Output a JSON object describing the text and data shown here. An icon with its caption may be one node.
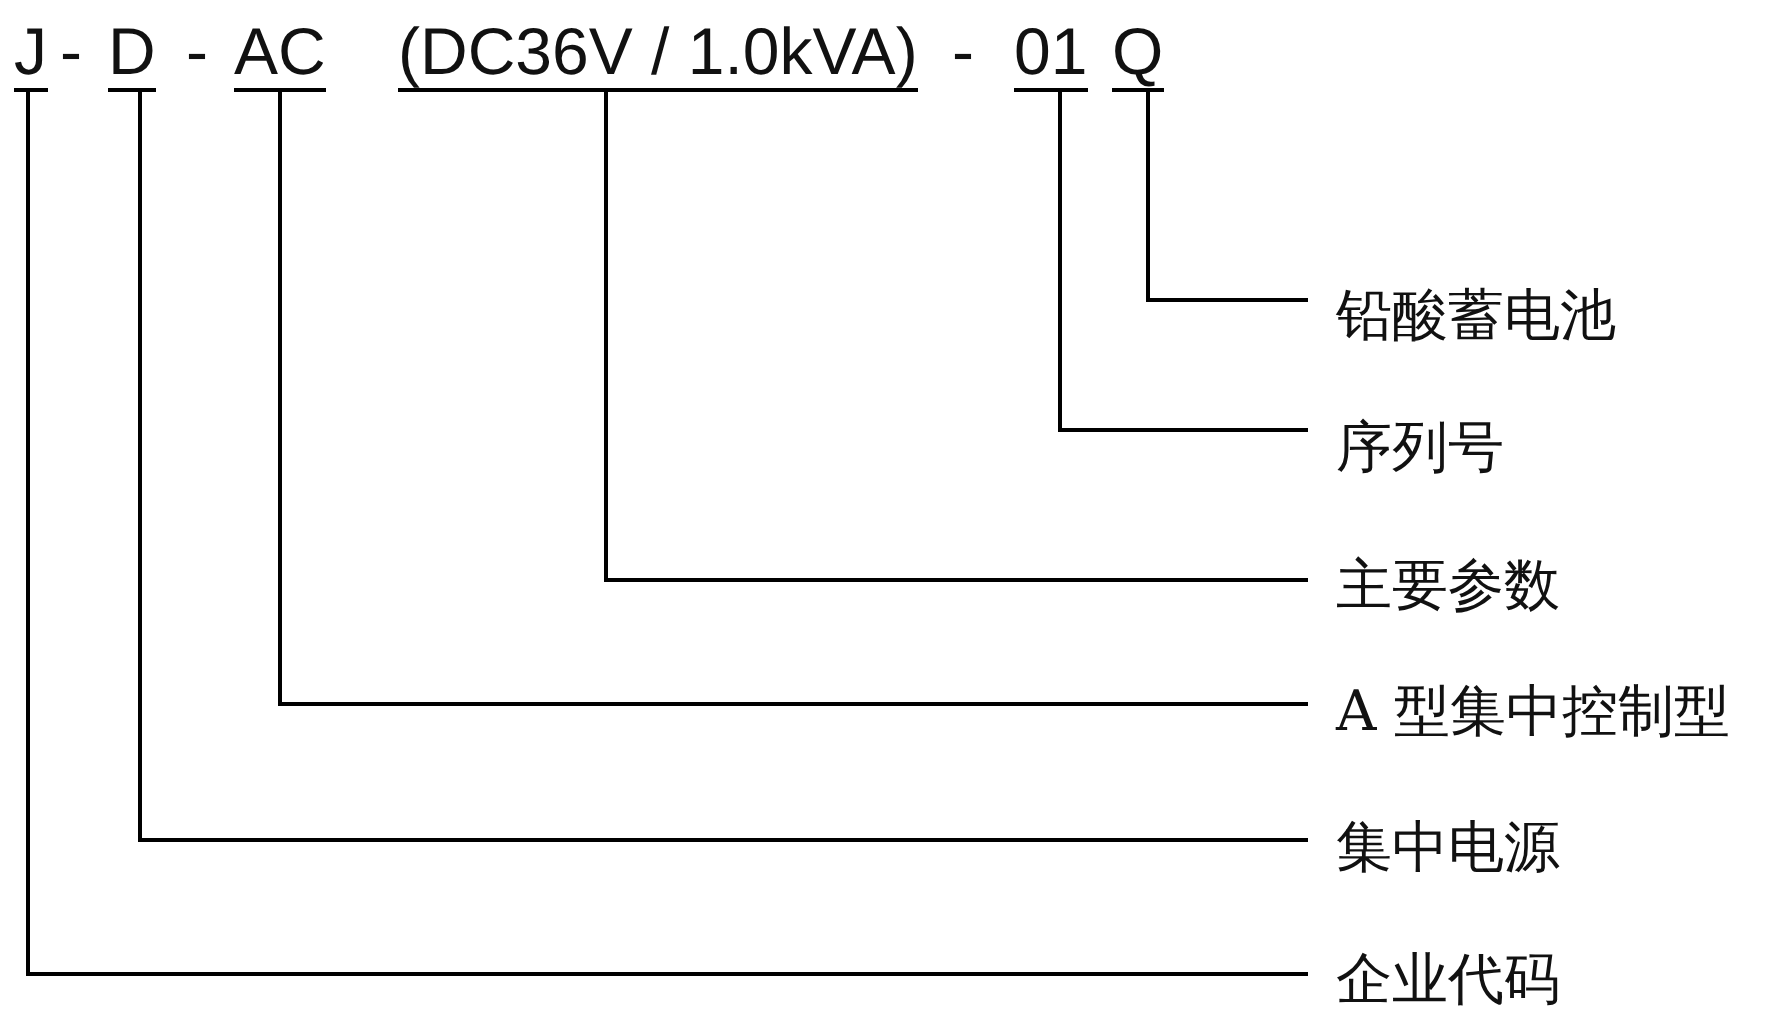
{
  "diagram": {
    "nodes": [
      {
        "text": [
          "J"
        ]
      },
      {
        "text": [
          "D"
        ]
      },
      {
        "text": [
          "AC"
        ]
      },
      {
        "text": [
          "(DC36V / 1.0kVA)"
        ]
      },
      {
        "text": [
          "01"
        ]
      },
      {
        "text": [
          "Q"
        ]
      },
      {
        "text": [
          "铅酸蓄电池"
        ]
      },
      {
        "text": [
          "序列号"
        ]
      },
      {
        "text": [
          "主要参数"
        ]
      },
      {
        "text": [
          "A 型集中控制型"
        ]
      },
      {
        "text": [
          "集中电源"
        ]
      },
      {
        "text": [
          "企业代码"
        ]
      }
    ],
    "edges": [
      {
        "from": 5,
        "to": 6,
        "arrow": "none"
      },
      {
        "from": 4,
        "to": 7,
        "arrow": "none"
      },
      {
        "from": 3,
        "to": 8,
        "arrow": "none"
      },
      {
        "from": 2,
        "to": 9,
        "arrow": "none"
      },
      {
        "from": 1,
        "to": 10,
        "arrow": "none"
      },
      {
        "from": 0,
        "to": 11,
        "arrow": "none"
      }
    ],
    "labels": [
      "-",
      "-",
      "-"
    ]
  }
}
